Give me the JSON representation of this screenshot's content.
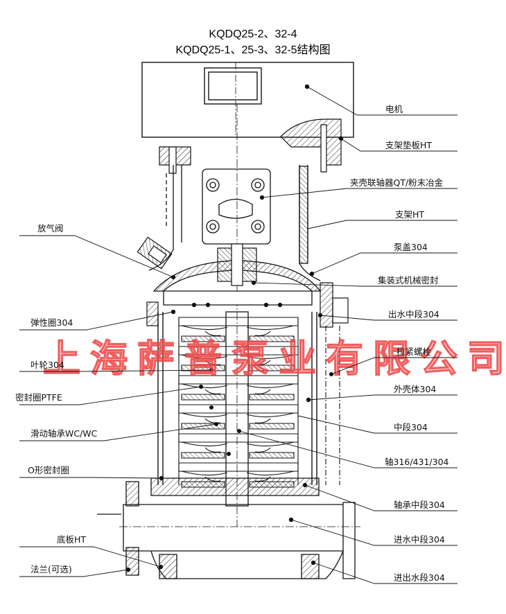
{
  "title_line1": "KQDQ25-2、32-4",
  "title_line2": "KQDQ25-1、25-3、32-5结构图",
  "watermark": "上海萨普泵业有限公司",
  "labels_right": [
    "电机",
    "支架垫板HT",
    "夹壳联轴器QT/粉末冶金",
    "支架HT",
    "泵盖304",
    "集装式机械密封",
    "出水中段304",
    "拉紧螺栓",
    "外壳体304",
    "中段304",
    "轴316/431/304",
    "轴承中段304",
    "进水中段304",
    "进出水段304"
  ],
  "labels_left": [
    "放气阀",
    "弹性圈304",
    "叶轮304",
    "密封圈PTFE",
    "滑动轴承WC/WC",
    "O形密封圈",
    "底板HT",
    "法兰(可选)"
  ],
  "colors": {
    "line": "#111111",
    "watermark": "#e44444",
    "hatch": "#222222"
  }
}
